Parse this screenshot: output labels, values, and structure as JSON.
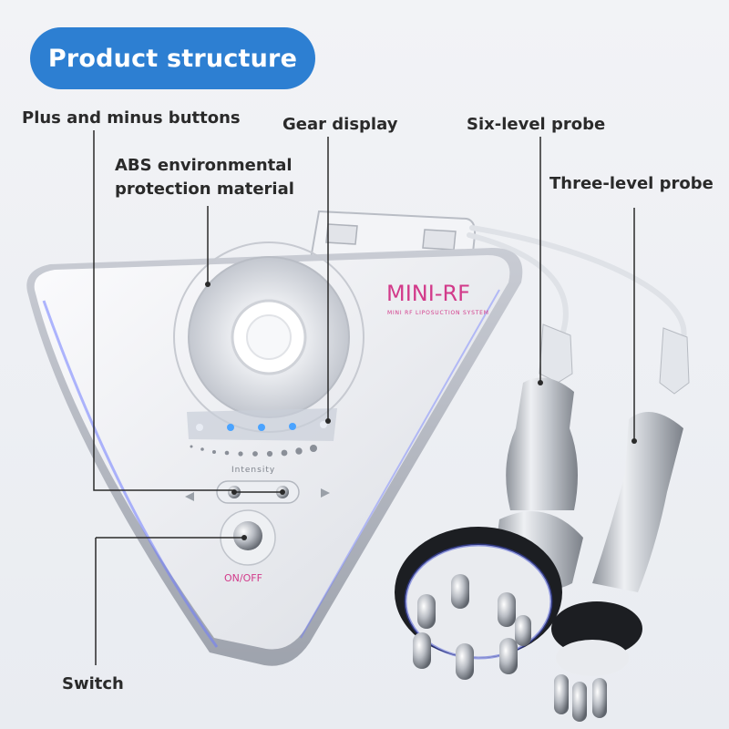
{
  "header": {
    "title": "Product structure"
  },
  "labels": {
    "plus_minus": "Plus and minus buttons",
    "gear_display": "Gear display",
    "six_level": "Six-level probe",
    "abs_line1": "ABS environmental",
    "abs_line2": "protection material",
    "three_level": "Three-level probe",
    "switch": "Switch"
  },
  "device": {
    "brand": "MINI-RF",
    "subtitle": "MINI RF LIPOSUCTION SYSTEM",
    "intensity": "Intensity",
    "onoff": "ON/OFF"
  },
  "colors": {
    "accent": "#2d7fd2",
    "brand": "#d23a8a",
    "led": "#4aa3ff"
  }
}
